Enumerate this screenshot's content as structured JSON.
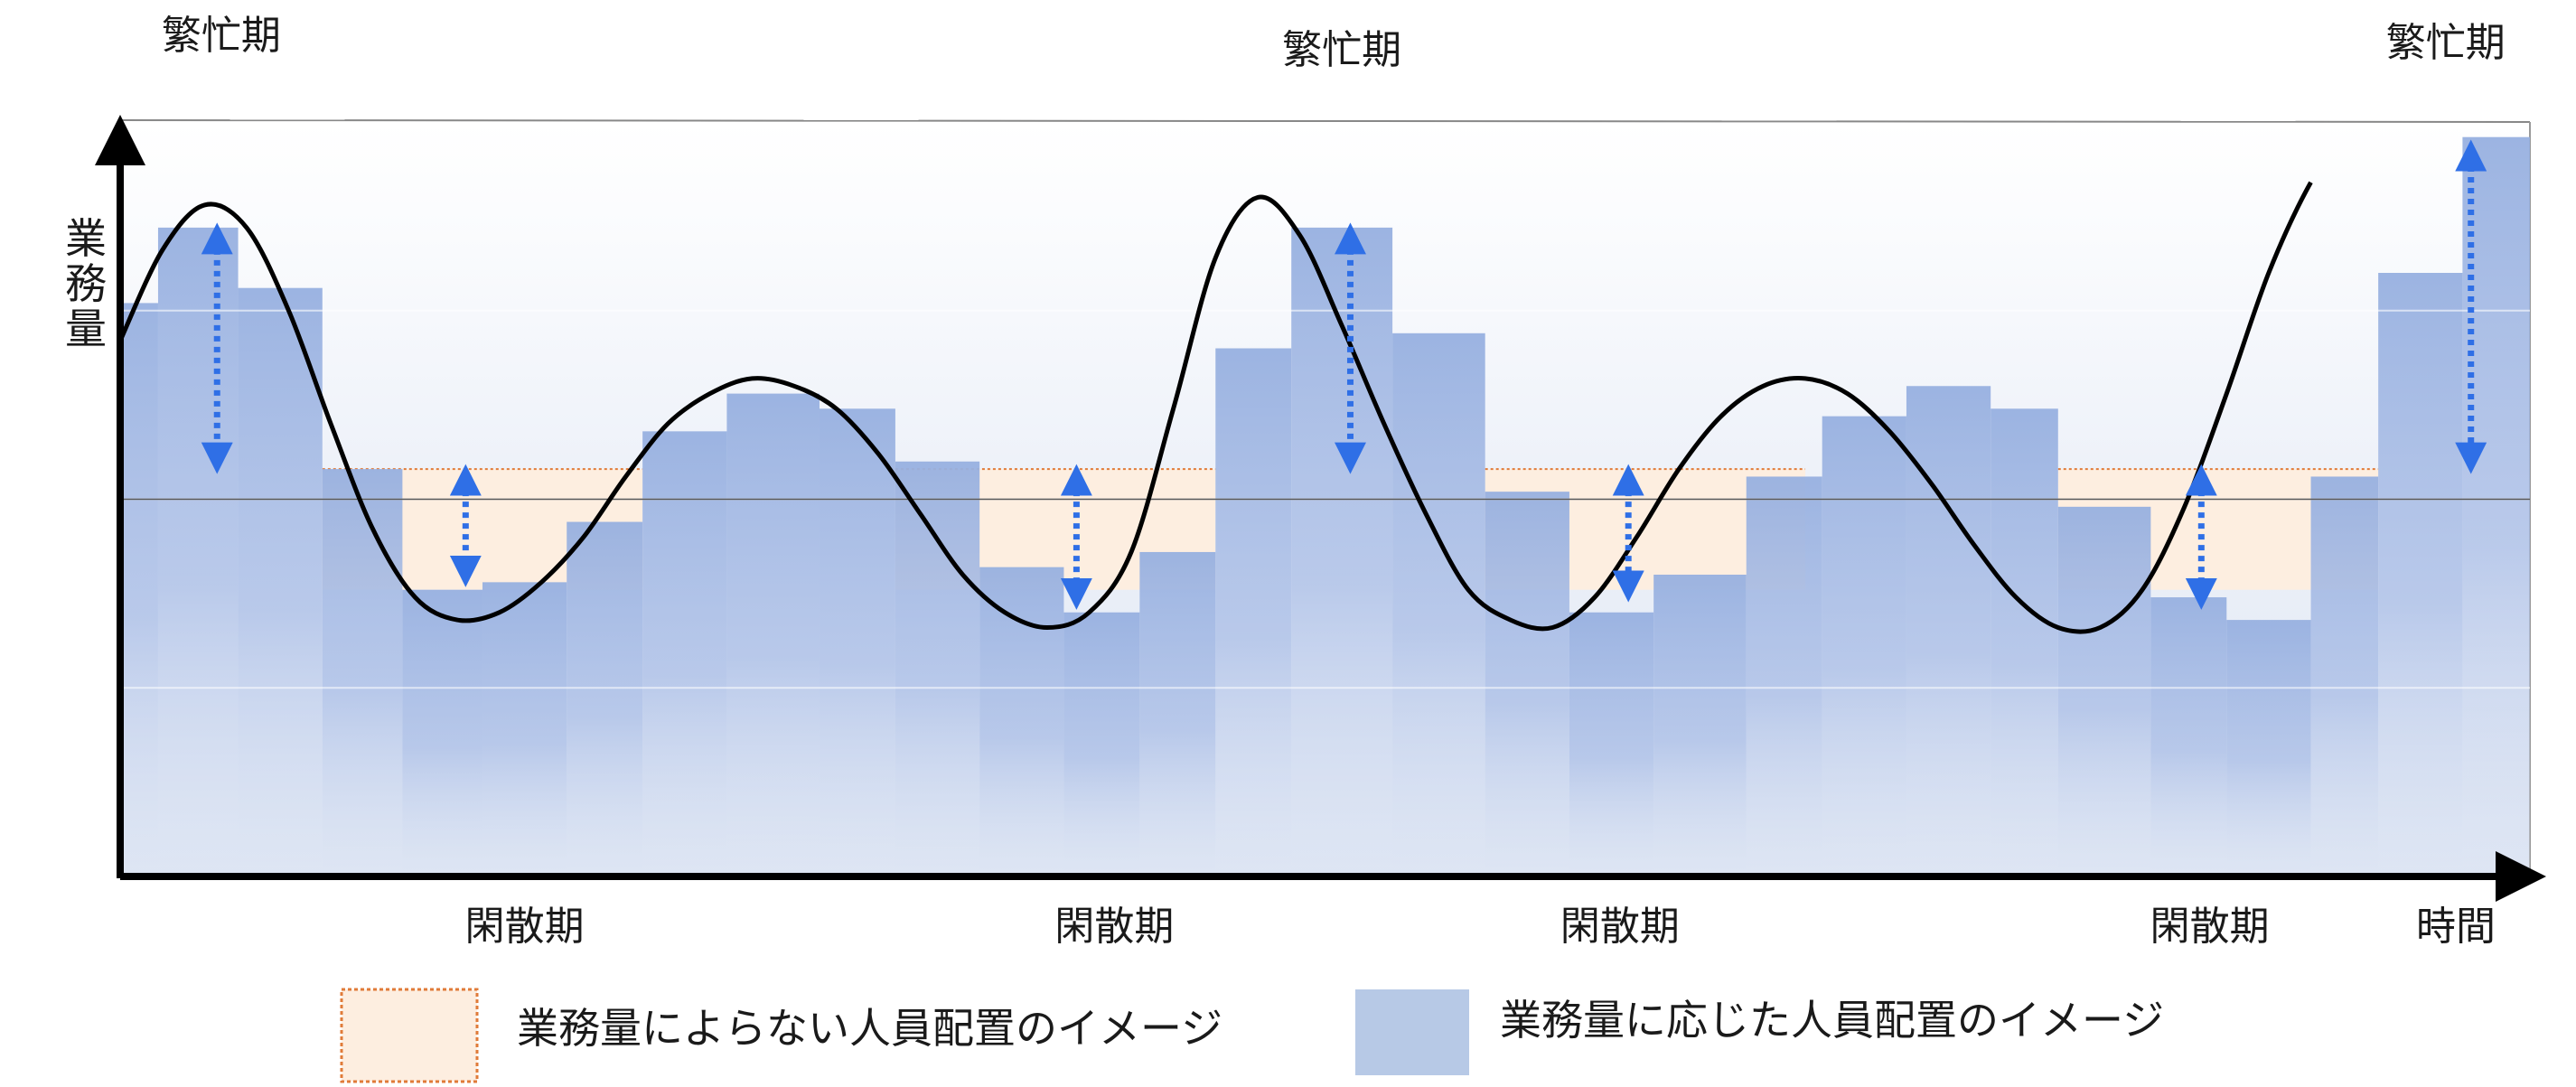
{
  "chart_data": {
    "type": "bar",
    "ylabel": "業務量",
    "xlabel": "時間",
    "period_labels": {
      "busy": [
        {
          "text": "繁忙期",
          "x": 1.2
        },
        {
          "text": "繁忙期",
          "x": 14.5
        },
        {
          "text": "繁忙期",
          "x": 27.6
        }
      ],
      "slow": [
        {
          "text": "閑散期",
          "x": 4.8
        },
        {
          "text": "閑散期",
          "x": 11.8
        },
        {
          "text": "閑散期",
          "x": 17.8
        },
        {
          "text": "閑散期",
          "x": 24.8
        }
      ]
    },
    "x_range": [
      0,
      28.6
    ],
    "y_range": [
      0,
      100
    ],
    "fixed_staffing_level": 54,
    "fixed_staffing_segments": [
      [
        2.4,
        6.2
      ],
      [
        9.2,
        13.0
      ],
      [
        16.2,
        20.0
      ],
      [
        23.0,
        26.8
      ]
    ],
    "workload_curve": {
      "x": [
        0,
        0.5,
        1.0,
        1.5,
        2.0,
        2.5,
        3.0,
        3.5,
        4.0,
        4.5,
        5.0,
        5.5,
        6.0,
        6.5,
        7.0,
        7.5,
        8.0,
        8.5,
        9.0,
        9.5,
        10.0,
        10.5,
        11.0,
        11.5,
        12.0,
        12.5,
        13.0,
        13.5,
        14.0,
        14.5,
        15.0,
        15.5,
        16.0,
        16.5,
        17.0,
        17.5,
        18.0,
        18.5,
        19.0,
        19.5,
        20.0,
        20.5,
        21.0,
        21.5,
        22.0,
        22.5,
        23.0,
        23.5,
        24.0,
        24.5,
        25.0,
        25.5,
        26.0,
        26.5,
        27.0,
        27.5,
        28.0,
        28.3
      ],
      "y": [
        71,
        83,
        89,
        86,
        75,
        60,
        46,
        37,
        34,
        35,
        39,
        45,
        53,
        60,
        64,
        66,
        65,
        62,
        56,
        48,
        40,
        35,
        33,
        35,
        43,
        62,
        82,
        90,
        85,
        73,
        60,
        48,
        38,
        34,
        33,
        37,
        45,
        54,
        61,
        65,
        66,
        64,
        59,
        52,
        44,
        37,
        33,
        33,
        38,
        49,
        64,
        80,
        92,
        100
      ]
    },
    "bars": [
      {
        "x0": 0.0,
        "x1": 0.45,
        "value": 76
      },
      {
        "x0": 0.45,
        "x1": 1.4,
        "value": 86
      },
      {
        "x0": 1.4,
        "x1": 2.4,
        "value": 78
      },
      {
        "x0": 2.4,
        "x1": 3.35,
        "value": 54
      },
      {
        "x0": 3.35,
        "x1": 4.3,
        "value": 38
      },
      {
        "x0": 4.3,
        "x1": 5.3,
        "value": 39
      },
      {
        "x0": 5.3,
        "x1": 6.2,
        "value": 47
      },
      {
        "x0": 6.2,
        "x1": 7.2,
        "value": 59
      },
      {
        "x0": 7.2,
        "x1": 8.3,
        "value": 64
      },
      {
        "x0": 8.3,
        "x1": 9.2,
        "value": 62
      },
      {
        "x0": 9.2,
        "x1": 10.2,
        "value": 55
      },
      {
        "x0": 10.2,
        "x1": 11.2,
        "value": 41
      },
      {
        "x0": 11.2,
        "x1": 12.1,
        "value": 35
      },
      {
        "x0": 12.1,
        "x1": 13.0,
        "value": 43
      },
      {
        "x0": 13.0,
        "x1": 13.9,
        "value": 70
      },
      {
        "x0": 13.9,
        "x1": 15.1,
        "value": 86
      },
      {
        "x0": 15.1,
        "x1": 16.2,
        "value": 72
      },
      {
        "x0": 16.2,
        "x1": 17.2,
        "value": 51
      },
      {
        "x0": 17.2,
        "x1": 18.2,
        "value": 35
      },
      {
        "x0": 18.2,
        "x1": 19.3,
        "value": 40
      },
      {
        "x0": 19.3,
        "x1": 20.2,
        "value": 53
      },
      {
        "x0": 20.2,
        "x1": 21.2,
        "value": 61
      },
      {
        "x0": 21.2,
        "x1": 22.2,
        "value": 65
      },
      {
        "x0": 22.2,
        "x1": 23.0,
        "value": 62
      },
      {
        "x0": 23.0,
        "x1": 24.1,
        "value": 49
      },
      {
        "x0": 24.1,
        "x1": 25.0,
        "value": 37
      },
      {
        "x0": 25.0,
        "x1": 26.0,
        "value": 34
      },
      {
        "x0": 26.0,
        "x1": 26.8,
        "value": 53
      },
      {
        "x0": 26.8,
        "x1": 27.8,
        "value": 80
      },
      {
        "x0": 27.8,
        "x1": 28.6,
        "value": 98
      }
    ],
    "gap_arrows": [
      {
        "x": 1.15,
        "from": 86,
        "to": 54
      },
      {
        "x": 4.1,
        "from": 54,
        "to": 39
      },
      {
        "x": 11.35,
        "from": 54,
        "to": 36
      },
      {
        "x": 14.6,
        "from": 86,
        "to": 54
      },
      {
        "x": 17.9,
        "from": 54,
        "to": 37
      },
      {
        "x": 24.7,
        "from": 54,
        "to": 36
      },
      {
        "x": 27.9,
        "from": 97,
        "to": 54
      }
    ],
    "legend": [
      {
        "label": "業務量によらない人員配置のイメージ",
        "fill": "#fdeee0",
        "stroke": "#e07b39",
        "dashed": true
      },
      {
        "label": "業務量に応じた人員配置のイメージ",
        "fill": "#b7c9e6",
        "stroke": "none",
        "dashed": false
      }
    ],
    "colors": {
      "bar": "#9fb6e2",
      "bar_fade": "#e3e9f5",
      "fixed_fill": "#fdeee0",
      "fixed_line": "#e07b39",
      "arrow": "#2f6fe6",
      "curve": "#000000",
      "axis": "#000000"
    }
  }
}
